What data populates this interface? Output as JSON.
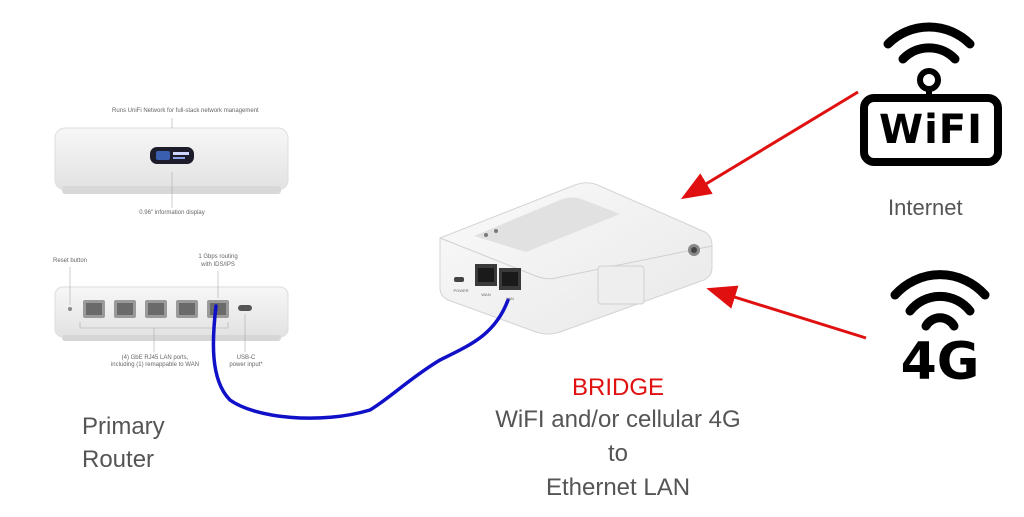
{
  "router": {
    "top_callout": "Runs UniFi Network for full-stack network management",
    "display_callout": "0.96\" information display",
    "reset_label": "Reset button",
    "routing_label_line1": "1 Gbps routing",
    "routing_label_line2": "with IDS/IPS",
    "lan_label_line1": "(4) GbE RJ45 LAN ports,",
    "lan_label_line2": "including (1) remappable to WAN",
    "usbc_label_line1": "USB-C",
    "usbc_label_line2": "power input*",
    "caption_line1": "Primary",
    "caption_line2": "Router"
  },
  "bridge": {
    "title": "BRIDGE",
    "line1": "WiFI and/or cellular 4G",
    "line2": "to",
    "line3": "Ethernet LAN",
    "port_power": "POWER",
    "port_wan": "WAN",
    "port_lan": "LAN"
  },
  "wifi_icon": {
    "text": "WiFI"
  },
  "internet_label": "Internet",
  "cell_icon": {
    "text": "4G"
  },
  "colors": {
    "arrow": "#e01010",
    "cable": "#1010c8",
    "bridge_title": "#e01010",
    "text_gray": "#555555"
  }
}
